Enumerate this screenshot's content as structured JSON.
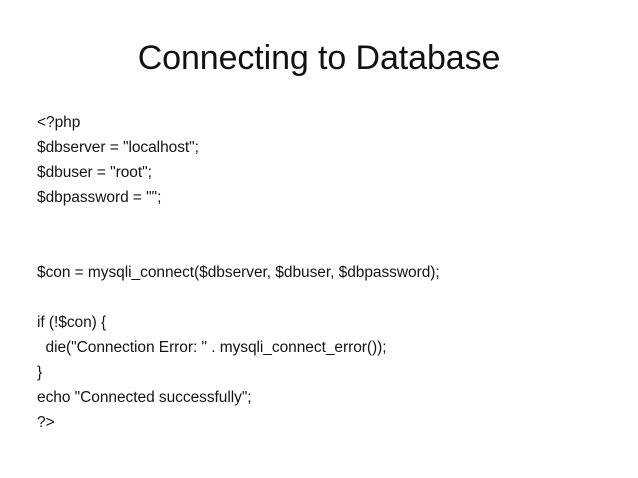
{
  "slide": {
    "title": "Connecting to Database",
    "background_color": "#ffffff",
    "text_color": "#141414",
    "code_lines": [
      "<?php",
      "$dbserver = \"localhost\";",
      "$dbuser = \"root\";",
      "$dbpassword = \"\";",
      "",
      "",
      "$con = mysqli_connect($dbserver, $dbuser, $dbpassword);",
      "",
      "if (!$con) {",
      "  die(\"Connection Error: \" . mysqli_connect_error());",
      "}",
      "echo \"Connected successfully\";",
      "?>"
    ]
  }
}
